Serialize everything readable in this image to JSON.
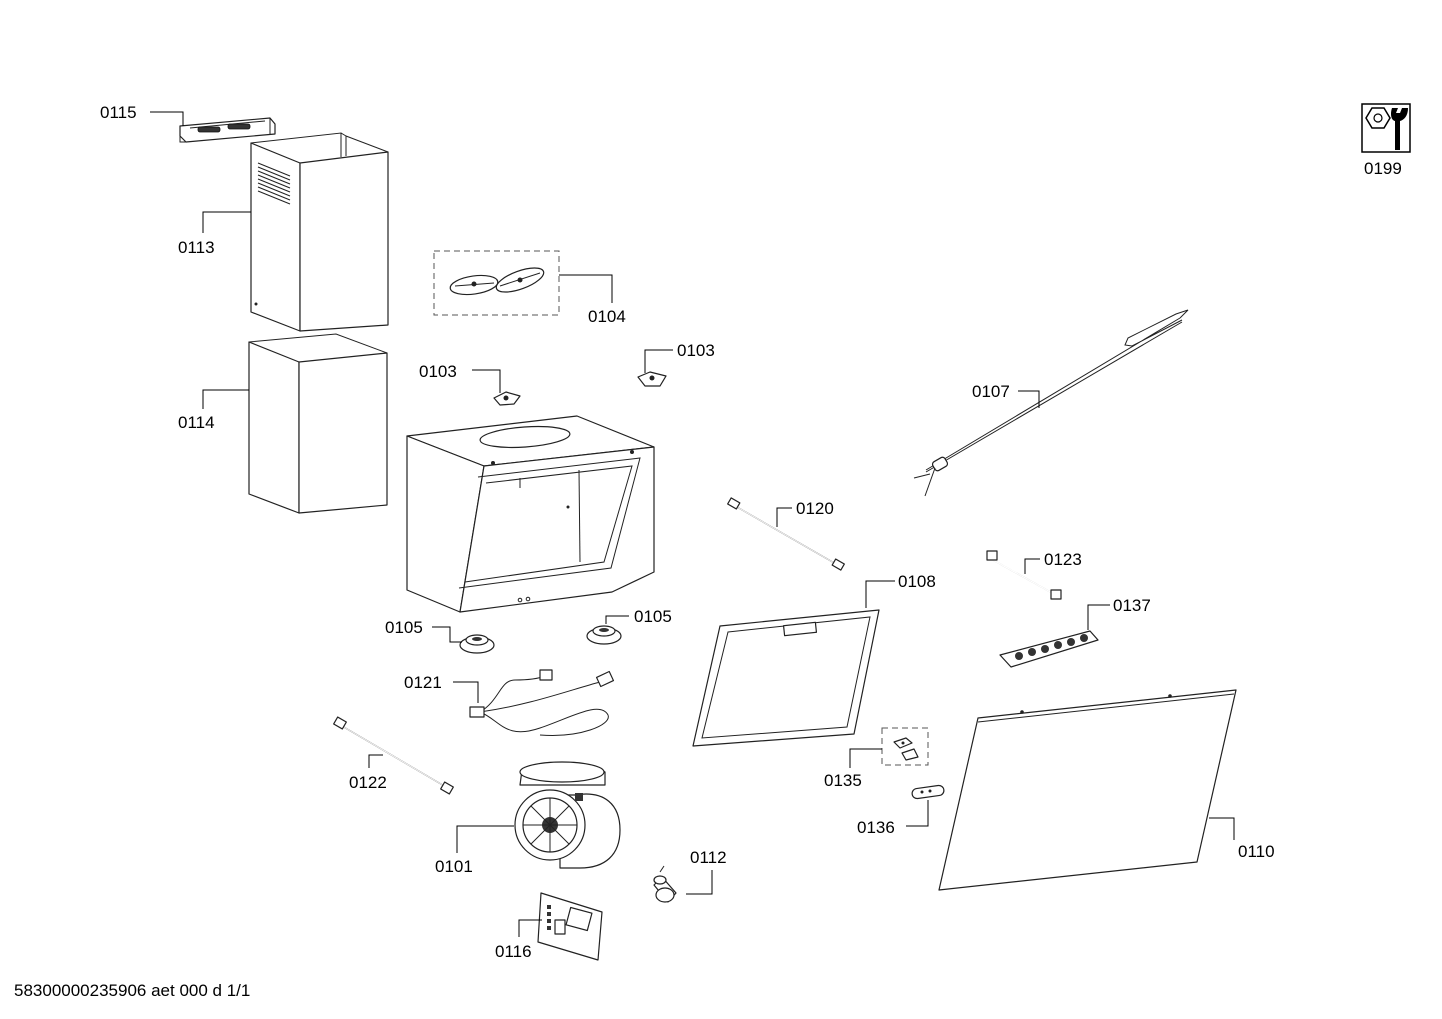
{
  "parts": [
    {
      "key": "p0115",
      "label": "0115"
    },
    {
      "key": "p0113",
      "label": "0113"
    },
    {
      "key": "p0114",
      "label": "0114"
    },
    {
      "key": "p0104",
      "label": "0104"
    },
    {
      "key": "p0103a",
      "label": "0103"
    },
    {
      "key": "p0103b",
      "label": "0103"
    },
    {
      "key": "p0107",
      "label": "0107"
    },
    {
      "key": "p0120",
      "label": "0120"
    },
    {
      "key": "p0108",
      "label": "0108"
    },
    {
      "key": "p0123",
      "label": "0123"
    },
    {
      "key": "p0137",
      "label": "0137"
    },
    {
      "key": "p0105a",
      "label": "0105"
    },
    {
      "key": "p0105b",
      "label": "0105"
    },
    {
      "key": "p0121",
      "label": "0121"
    },
    {
      "key": "p0122",
      "label": "0122"
    },
    {
      "key": "p0101",
      "label": "0101"
    },
    {
      "key": "p0112",
      "label": "0112"
    },
    {
      "key": "p0116",
      "label": "0116"
    },
    {
      "key": "p0135",
      "label": "0135"
    },
    {
      "key": "p0136",
      "label": "0136"
    },
    {
      "key": "p0110",
      "label": "0110"
    },
    {
      "key": "p0199",
      "label": "0199"
    }
  ],
  "footer": {
    "doc_code": "58300000235906 aet 000 d 1/1"
  },
  "icons": {
    "service_tool": "nut-and-wrench-icon"
  }
}
